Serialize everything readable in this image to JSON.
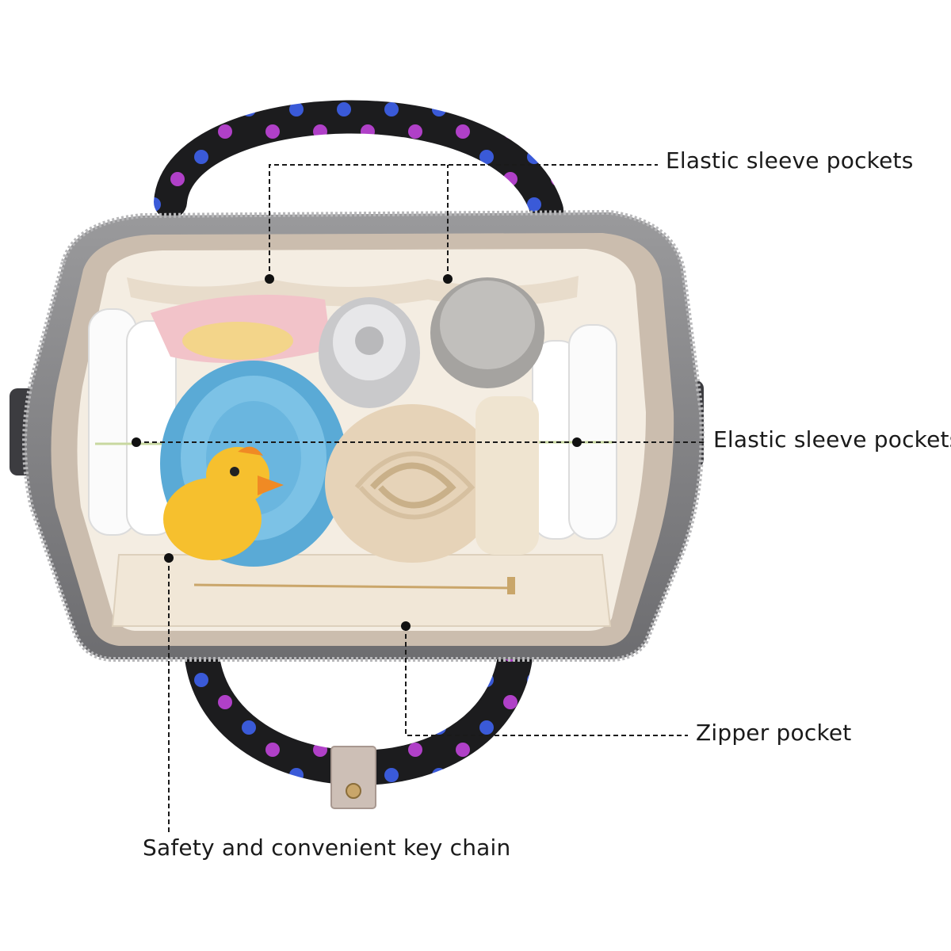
{
  "annotations": {
    "elastic_top": "Elastic sleeve pockets",
    "elastic_middle": "Elastic sleeve pockets",
    "zipper": "Zipper pocket",
    "keychain": "Safety and convenient key chain"
  },
  "colors": {
    "background": "#ffffff",
    "bag_shell": "#1c1c1e",
    "zipper_trim": "#8a8a8c",
    "lining": "#f3ece0",
    "guide_line": "#1a1a1a",
    "text": "#1a1a1a"
  }
}
